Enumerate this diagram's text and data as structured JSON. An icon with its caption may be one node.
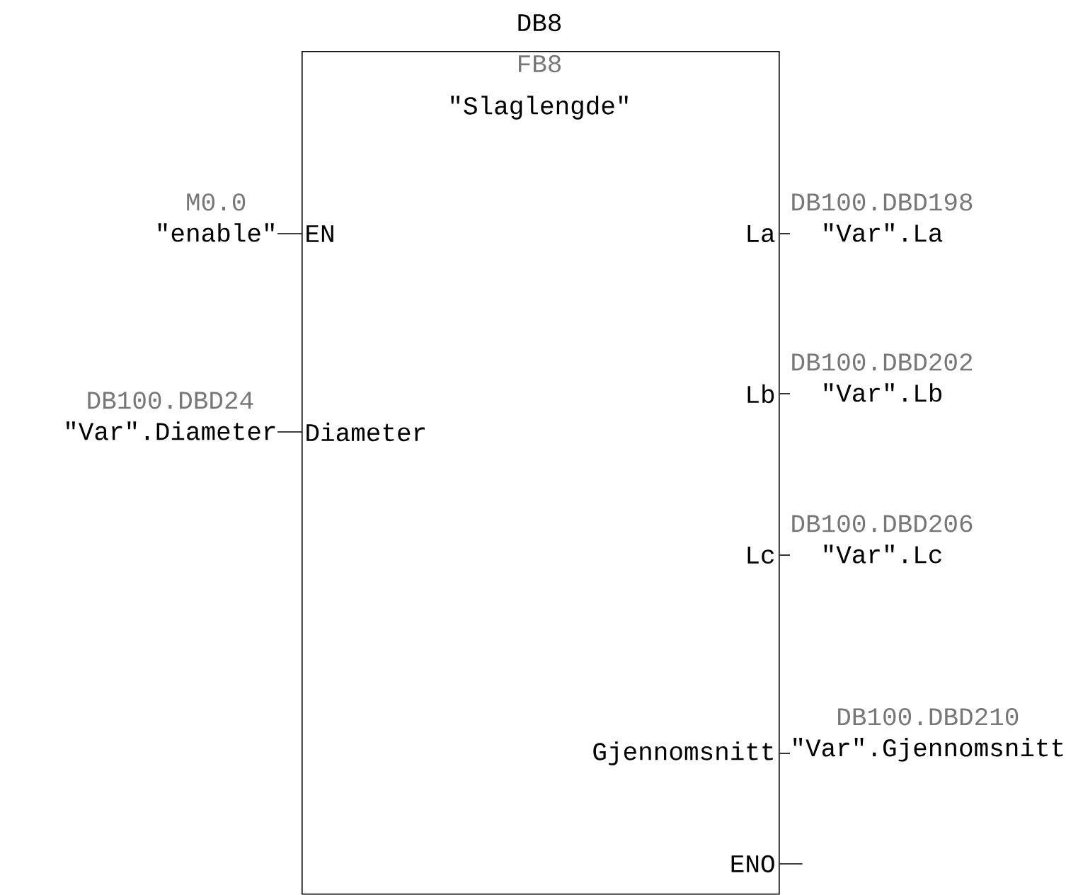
{
  "diagram": {
    "nodes": [
      {
        "text": [
          "DB8",
          "FB8",
          "\"Slaglengde\""
        ]
      },
      {
        "text": [
          "EN"
        ],
        "in": 0
      },
      {
        "text": [
          "Diameter"
        ],
        "in": 0
      },
      {
        "text": [
          "La"
        ],
        "in": 0
      },
      {
        "text": [
          "Lb"
        ],
        "in": 0
      },
      {
        "text": [
          "Lc"
        ],
        "in": 0
      },
      {
        "text": [
          "Gjennomsnitt"
        ],
        "in": 0
      },
      {
        "text": [
          "ENO"
        ],
        "in": 0
      },
      {
        "text": [
          "M0.0",
          "\"enable\""
        ]
      },
      {
        "text": [
          "DB100.DBD24",
          "\"Var\".Diameter"
        ]
      },
      {
        "text": [
          "DB100.DBD198",
          "\"Var\".La"
        ]
      },
      {
        "text": [
          "DB100.DBD202",
          "\"Var\".Lb"
        ]
      },
      {
        "text": [
          "DB100.DBD206",
          "\"Var\".Lc"
        ]
      },
      {
        "text": [
          "DB100.DBD210",
          "\"Var\".Gjennomsnitt"
        ]
      }
    ],
    "edges": [
      {
        "from": 8,
        "to": 1,
        "arrow": "none"
      },
      {
        "from": 9,
        "to": 2,
        "arrow": "none"
      },
      {
        "from": 3,
        "to": 10,
        "arrow": "none"
      },
      {
        "from": 4,
        "to": 11,
        "arrow": "none"
      },
      {
        "from": 5,
        "to": 12,
        "arrow": "none"
      },
      {
        "from": 6,
        "to": 13,
        "arrow": "none"
      },
      {
        "from": 7,
        "to": null,
        "arrow": "none"
      }
    ]
  }
}
